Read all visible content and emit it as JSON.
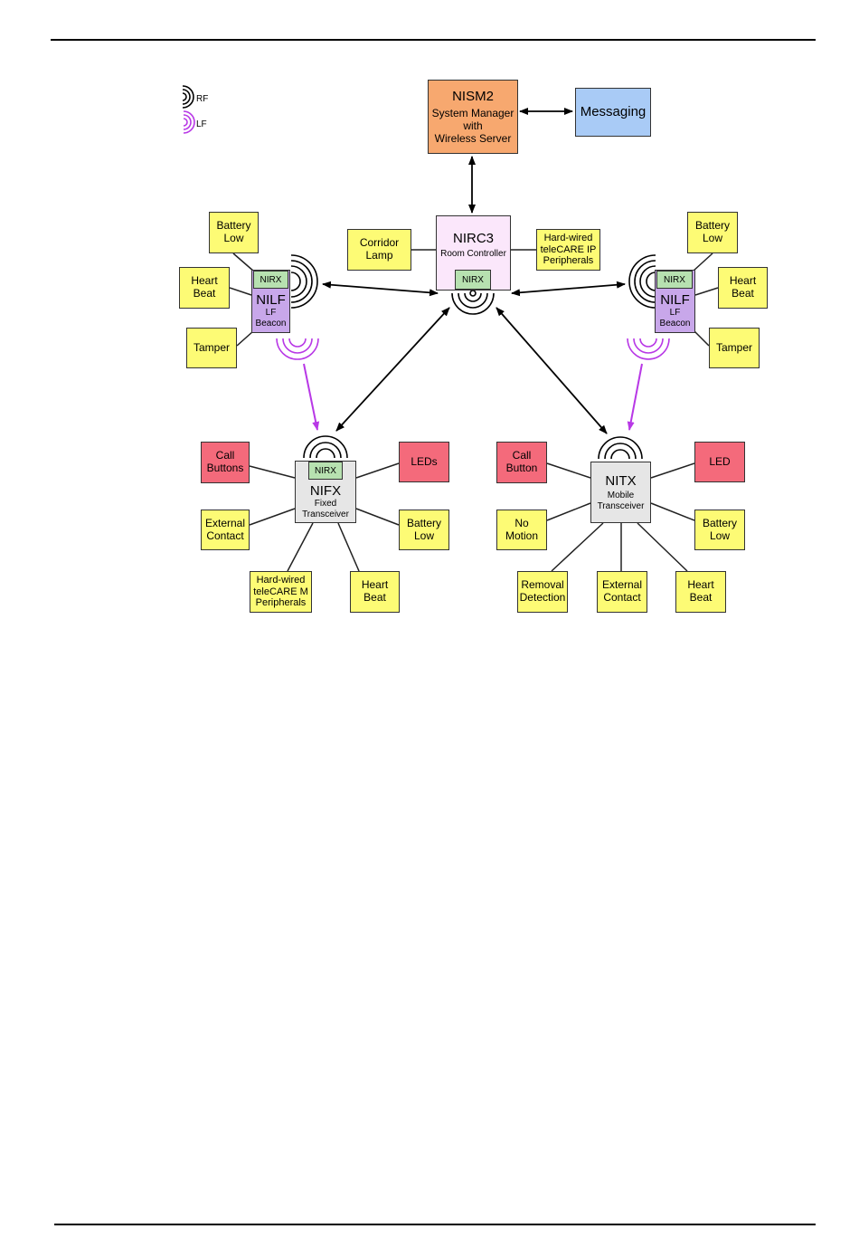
{
  "legend": {
    "rf": "RF",
    "lf": "LF"
  },
  "nism2": {
    "title": "NISM2",
    "line1": "System Manager",
    "line2": "with",
    "line3": "Wireless Server"
  },
  "messaging": {
    "label": "Messaging"
  },
  "nirc3": {
    "title": "NIRC3",
    "subtitle": "Room Controller",
    "nirx": "NIRX"
  },
  "corridor_lamp": {
    "line1": "Corridor",
    "line2": "Lamp"
  },
  "hardwired_ip": {
    "line1": "Hard-wired",
    "line2": "teleCARE IP",
    "line3": "Peripherals"
  },
  "nilf_left": {
    "nirx": "NIRX",
    "title": "NILF",
    "line1": "LF",
    "line2": "Beacon",
    "battery": [
      "Battery",
      "Low"
    ],
    "heart": [
      "Heart",
      "Beat"
    ],
    "tamper": "Tamper"
  },
  "nilf_right": {
    "nirx": "NIRX",
    "title": "NILF",
    "line1": "LF",
    "line2": "Beacon",
    "battery": [
      "Battery",
      "Low"
    ],
    "heart": [
      "Heart",
      "Beat"
    ],
    "tamper": "Tamper"
  },
  "nifx": {
    "nirx": "NIRX",
    "title": "NIFX",
    "line1": "Fixed",
    "line2": "Transceiver",
    "call": [
      "Call",
      "Buttons"
    ],
    "leds": "LEDs",
    "external": [
      "External",
      "Contact"
    ],
    "battery": [
      "Battery",
      "Low"
    ],
    "hardwired": [
      "Hard-wired",
      "teleCARE M",
      "Peripherals"
    ],
    "heart": [
      "Heart",
      "Beat"
    ]
  },
  "nitx": {
    "title": "NITX",
    "line1": "Mobile",
    "line2": "Transceiver",
    "call": [
      "Call",
      "Button"
    ],
    "led": "LED",
    "nomotion": [
      "No",
      "Motion"
    ],
    "battery": [
      "Battery",
      "Low"
    ],
    "removal": [
      "Removal",
      "Detection"
    ],
    "external": [
      "External",
      "Contact"
    ],
    "heart": [
      "Heart",
      "Beat"
    ]
  },
  "colors": {
    "nism2": "#f7a86f",
    "messaging": "#a9cbf6",
    "nirc3": "#fbe7fb",
    "nilf": "#c8a7ea",
    "transceiver": "#e6e6e6",
    "yellow": "#fdfb75",
    "red": "#f46a7b",
    "nirx": "#b7e1b0",
    "lf_wave": "#b838e6"
  }
}
